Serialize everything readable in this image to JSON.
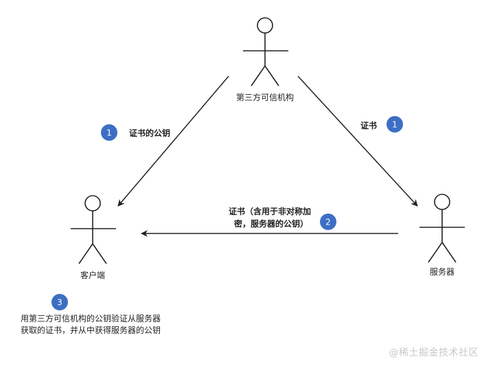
{
  "actors": {
    "third_party": {
      "label": "第三方可信机构"
    },
    "client": {
      "label": "客户端"
    },
    "server": {
      "label": "服务器"
    }
  },
  "edges": {
    "ca_to_client": {
      "label": "证书的公钥",
      "badge": "1"
    },
    "ca_to_server": {
      "label": "证书",
      "badge": "1"
    },
    "server_to_client": {
      "label_line1": "证书（含用于非对称加",
      "label_line2": "密，服务器的公钥）",
      "badge": "2"
    }
  },
  "note": {
    "badge": "3",
    "line1": "用第三方可信机构的公钥验证从服务器",
    "line2": "获取的证书，并从中获得服务器的公钥"
  },
  "watermark": "@稀土掘金技术社区",
  "colors": {
    "badge": "#3c6fc4",
    "line": "#222222",
    "watermark": "#c8c8c8"
  }
}
